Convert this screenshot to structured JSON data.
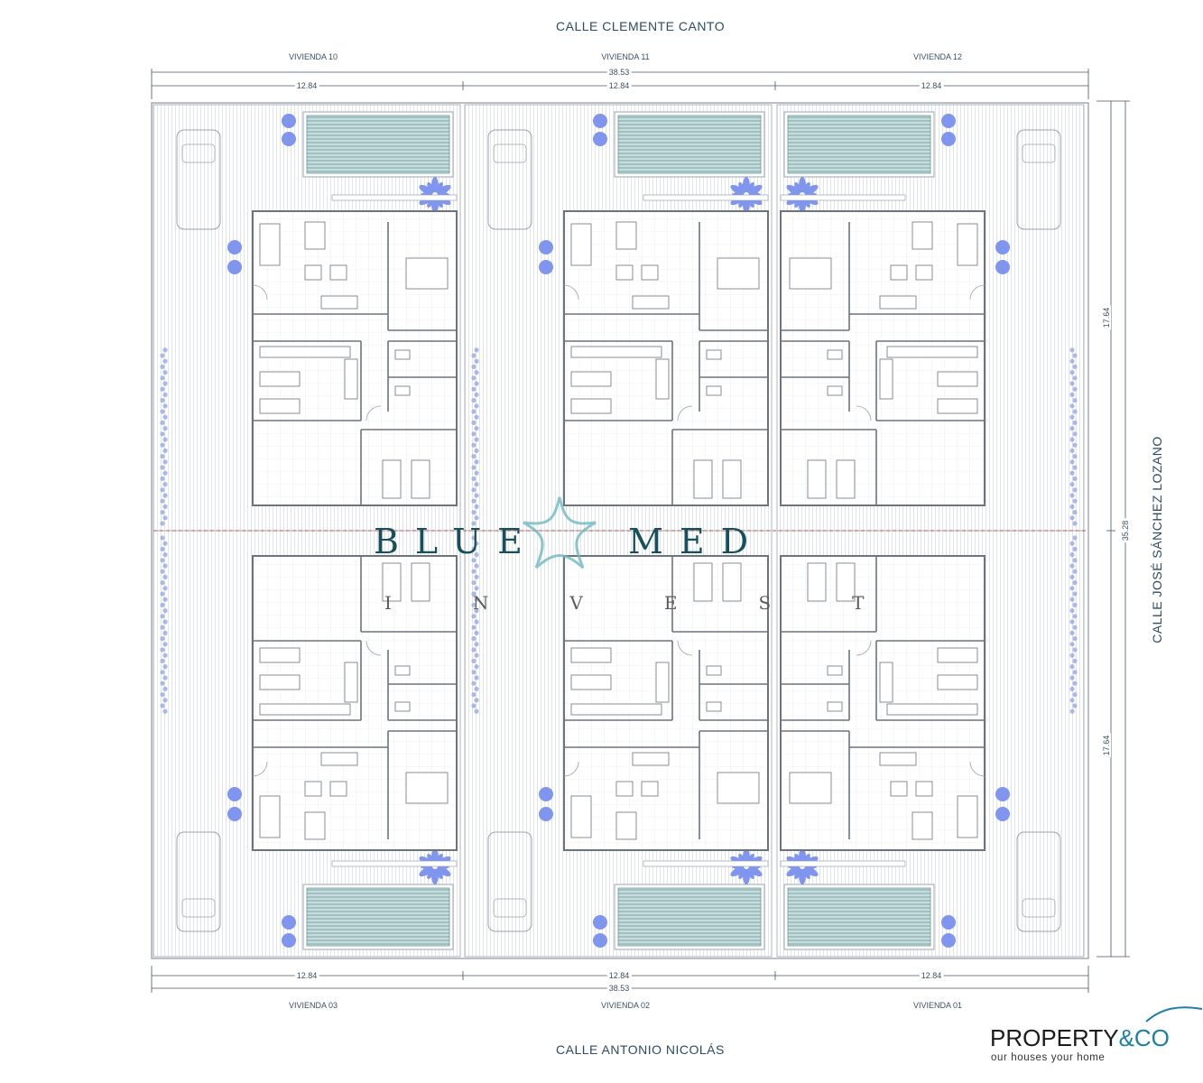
{
  "streets": {
    "top": "CALLE CLEMENTE CANTO",
    "bottom": "CALLE ANTONIO NICOLÁS",
    "right": "CALLE JOSÉ SÁNCHEZ LOZANO"
  },
  "units_top": [
    "VIVIENDA 10",
    "VIVIENDA 11",
    "VIVIENDA 12"
  ],
  "units_bottom": [
    "VIVIENDA 03",
    "VIVIENDA 02",
    "VIVIENDA 01"
  ],
  "dimensions": {
    "total_width": "38.53",
    "unit_width": "12.84",
    "total_depth": "35.28",
    "half_depth": "17.64"
  },
  "watermark": {
    "word1": "BLUE",
    "word2": "MED",
    "word3": "INVEST"
  },
  "brand": {
    "name_a": "PROPERTY",
    "name_b": "&CO",
    "tagline": "our houses your home",
    "accent_color": "#1b7fa6"
  },
  "colors": {
    "plan_line": "#9aa4ab",
    "pool_fill": "#8fb7b9",
    "tree_color": "#7f95ee",
    "hedge_color": "#9aa8e6",
    "text": "#2d4b62"
  }
}
